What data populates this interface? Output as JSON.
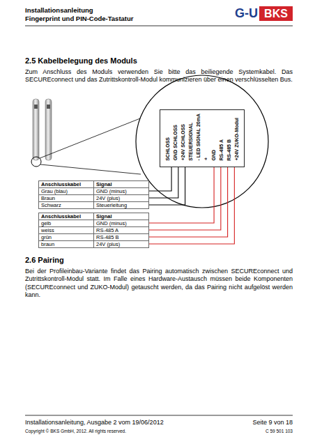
{
  "diagram": {
    "nodes": [
      {
        "text": [
          "SCHLOSS",
          "GND SCHLOSS",
          "+24V SCHLOSS",
          "STEUERSIGNAL",
          "- LED SIGNAL 20mA",
          "+",
          "GND",
          "RS-485 A",
          "RS-485 B",
          "+24V ZUKO-Modul"
        ]
      },
      {
        "text": [
          "Anschlusskabel",
          "Signal"
        ]
      },
      {
        "text": [
          "Grau (blau)",
          "GND (minus)"
        ]
      },
      {
        "text": [
          "Braun",
          "24V (plus)"
        ]
      },
      {
        "text": [
          "Schwarz",
          "Steuerleitung"
        ]
      },
      {
        "text": [
          "Anschlusskabel",
          "Signal"
        ]
      },
      {
        "text": [
          "gelb",
          "GND (minus)"
        ]
      },
      {
        "text": [
          "weiss",
          "RS-485 A"
        ]
      },
      {
        "text": [
          "grün",
          "RS-485 B"
        ]
      },
      {
        "text": [
          "braun",
          "24V (plus)"
        ]
      }
    ],
    "edges": [
      {
        "from": 2,
        "to": 0,
        "arrow": "none"
      },
      {
        "from": 3,
        "to": 0,
        "arrow": "none"
      },
      {
        "from": 4,
        "to": 0,
        "arrow": "none"
      },
      {
        "from": 6,
        "to": 0,
        "arrow": "none"
      },
      {
        "from": 7,
        "to": 0,
        "arrow": "none"
      },
      {
        "from": 8,
        "to": 0,
        "arrow": "none"
      },
      {
        "from": 9,
        "to": 0,
        "arrow": "none"
      }
    ],
    "labels": [
      "Installationsanleitung",
      "Fingerprint und PIN-Code-Tastatur",
      "G-U",
      "BKS",
      "2.5 Kabelbelegung des Moduls",
      "Zum Anschluss des Moduls verwenden Sie bitte das beiliegende Systemkabel. Das SECUREconnect und das Zutrittskontroll-Modul kommunizieren über einen verschlüsselten Bus.",
      "2.6 Pairing",
      "Bei der Profileinbau-Variante findet das Pairing automatisch zwischen SECUREconnect und Zutrittskontroll-Modul statt. Im Falle eines Hardware-Austausch müssen beide Komponenten (SECUREconnect und ZUKO-Modul) getauscht werden, da das Pairing nicht aufgelöst werden kann.",
      "Installationsanleitung, Ausgabe 2 vom 19/06/2012",
      "Seite 9 von 18",
      "Copyright © BKS GmbH, 2012. All rights reserved.",
      "C 59 501 103"
    ]
  }
}
